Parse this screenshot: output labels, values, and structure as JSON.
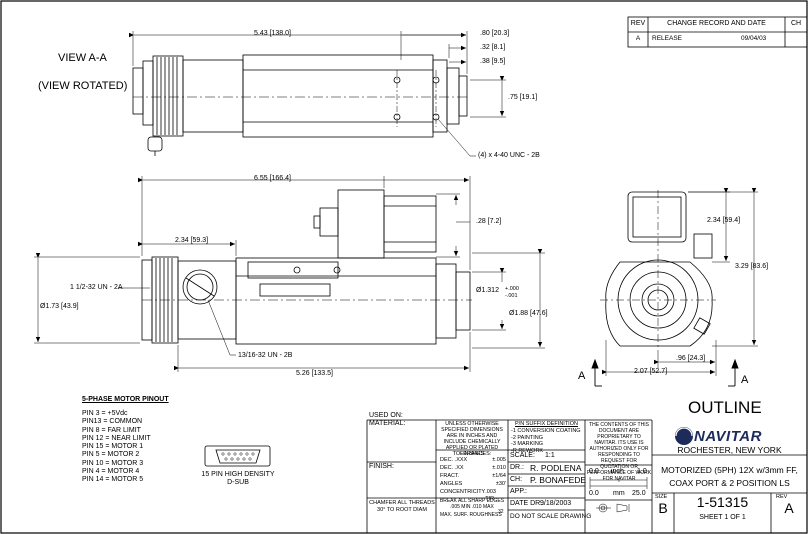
{
  "views": {
    "view_aa": "VIEW  A-A",
    "view_rotated": "(VIEW ROTATED)"
  },
  "dims": {
    "d543": "5.43 [138.0]",
    "d80": ".80 [20.3]",
    "d32": ".32 [8.1]",
    "d38": ".38 [9.5]",
    "d75": ".75 [19.1]",
    "tap440": "(4) x 4-40 UNC - 2B",
    "d655": "6.55 [166.4]",
    "d28": ".28 [7.2]",
    "d234": "2.34 [59.3]",
    "thread112": "1 1/2-32 UN - 2A",
    "dia173": "Ø1.73 [43.9]",
    "dia1312": "Ø1.312",
    "tol_plus": "+.000",
    "tol_minus": "-.001",
    "dia188": "Ø1.88 [47.6]",
    "thread1316": "13/16-32 UN - 2B",
    "d526": "5.26 [133.5]",
    "d234b": "2.34 [59.4]",
    "d329": "3.29 [83.6]",
    "d96": ".96 [24.3]",
    "d207": "2.07 [52.7]",
    "section_a": "A"
  },
  "revision": {
    "headers": [
      "REV",
      "CHANGE RECORD AND DATE",
      "CH"
    ],
    "rows": [
      {
        "rev": "A",
        "desc": "RELEASE",
        "date": "09/04/03"
      }
    ]
  },
  "pinout": {
    "title": "5-PHASE MOTOR PINOUT",
    "lines": [
      "PIN 3 =  +5Vdc",
      "PIN13 =  COMMON",
      "PIN 8 =  FAR LIMIT",
      "PIN 12 = NEAR LIMIT",
      "PIN 15 = MOTOR 1",
      "PIN 5 =  MOTOR 2",
      "PIN 10 = MOTOR 3",
      "PIN 4 =  MOTOR 4",
      "PIN 14 = MOTOR 5"
    ],
    "connector_line1": "15 PIN HIGH DENSITY",
    "connector_line2": "D-SUB"
  },
  "title_block": {
    "used_on": "USED ON:",
    "material": "MATERIAL:",
    "finish": "FINISH:",
    "unless": "UNLESS OTHERWISE SPECIFIED DIMENSIONS ARE IN INCHES AND INCLUDE CHEMICALLY APPLIED OR PLATED FINISHES",
    "tolerances": "TOLERANCES:",
    "tol_rows": [
      {
        "label": "DEC.  .XXX",
        "value": "±.005"
      },
      {
        "label": "DEC.  .XX",
        "value": "±.010"
      },
      {
        "label": "FRACT.",
        "value": "±1/64"
      },
      {
        "label": "ANGLES",
        "value": "±30'"
      },
      {
        "label": "CONCENTRICITY",
        "value": ".003 TIR"
      }
    ],
    "break_edges": "BREAK ALL SHARP EDGES .005 MIN .010 MAX",
    "roughness": "MAX. SURF. ROUGHNESS",
    "roughness_val": "32",
    "chamfer": "CHAMFER ALL THREADS 30° TO ROOT DIAM",
    "suffix_title": "P/N SUFFIX DEFINITION",
    "suffix_lines": [
      "-1 CONVERSION COATING",
      "-2 PAINTING",
      "-3 MARKING",
      "-R REWORK"
    ],
    "scale_label": "SCALE:",
    "scale_value": "1:1",
    "dr_label": "DR.:",
    "dr_value": "R. PODLENA",
    "ch_label": "CH:",
    "ch_value": "P. BONAFEDE",
    "app_label": "APP.:",
    "date_label": "DATE DR.:",
    "date_value": "9/18/2003",
    "no_scale": "DO NOT SCALE DRAWING",
    "proprietary": "THE CONTENTS OF THIS DOCUMENT ARE PROPRIETARY TO NAVITAR. ITS USE IS AUTHORIZED ONLY FOR RESPONDING TO REQUEST FOR QUOTATION OR PERFORMANCE OF WORK FOR NAVITAR",
    "ruler_inch": [
      "0.0",
      "inch",
      "1.0"
    ],
    "ruler_mm": [
      "0.0",
      "mm",
      "25.0"
    ],
    "outline": "OUTLINE",
    "company": "NAVITAR",
    "location": "ROCHESTER, NEW YORK",
    "description_1": "MOTORIZED (5PH) 12X w/3mm FF,",
    "description_2": "COAX PORT & 2 POSITION LS",
    "size_label": "SIZE",
    "size_value": "B",
    "part_number": "1-51315",
    "rev_label": "REV",
    "rev_value": "A",
    "sheet": "SHEET 1 OF 1"
  }
}
